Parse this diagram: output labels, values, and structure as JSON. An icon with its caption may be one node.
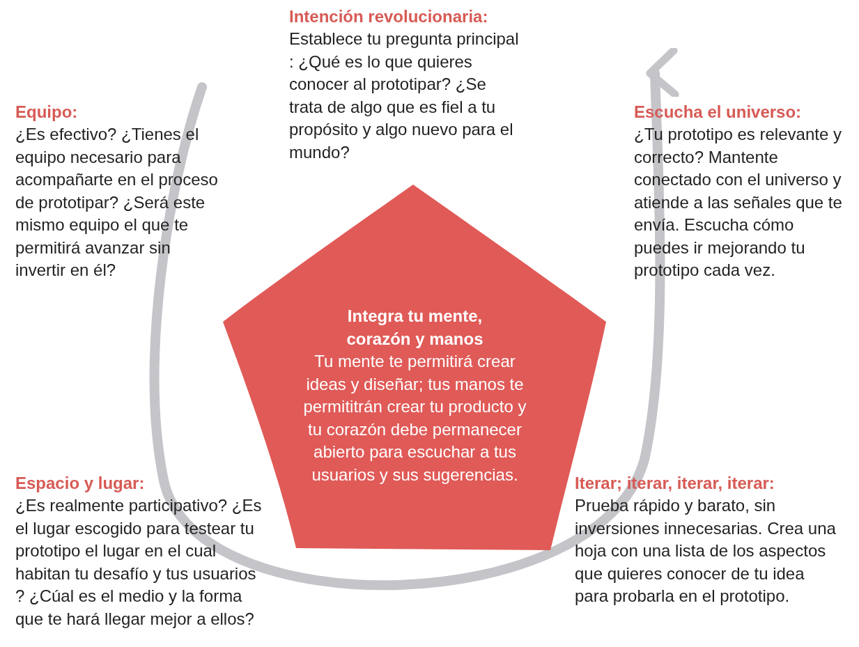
{
  "diagram": {
    "nodes": [
      {
        "text": [
          "Integra tu mente, corazón y manos",
          "Tu mente te permitirá crear ideas y diseñar; tus manos te permititrán crear tu producto y tu corazón debe permanecer abierto para escuchar a tus usuarios y sus sugerencias."
        ]
      }
    ],
    "labels": [
      "Intención revolucionaria:",
      "Establece tu pregunta principal : ¿Qué es lo que quieres conocer al prototipar? ¿Se trata de algo que es fiel a tu propósito y algo nuevo para el mundo?",
      "Equipo:",
      "¿Es efectivo? ¿Tienes el equipo necesario para acompañarte en el proceso de prototipar? ¿Será este mismo equipo el que te permitirá avanzar sin invertir en él?",
      "Escucha el universo:",
      "¿Tu prototipo es relevante y correcto? Mantente conectado con el universo y atiende a las señales que te envía. Escucha cómo puedes ir mejorando tu prototipo cada vez.",
      "Espacio y lugar:",
      "¿Es realmente participativo? ¿Es el lugar escogido para testear tu prototipo el lugar en el cual habitan tu desafío y tus usuarios ? ¿Cúal es el medio y la forma que te hará llegar mejor a ellos?",
      "Iterar; iterar, iterar, iterar:",
      "Prueba rápido y barato, sin inversiones innecesarias. Crea una hoja con una lista de los aspectos que quieres conocer de tu idea para probarla en el prototipo."
    ]
  }
}
